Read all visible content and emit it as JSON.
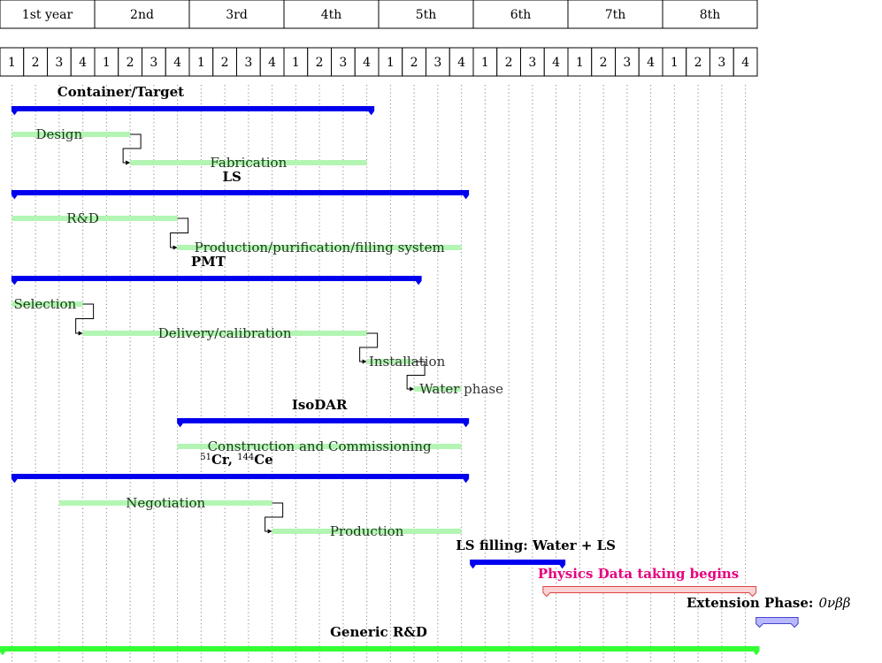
{
  "years": [
    "1st year",
    "2nd",
    "3rd",
    "4th",
    "5th",
    "6th",
    "7th",
    "8th"
  ],
  "quarters": [
    "1",
    "2",
    "3",
    "4"
  ],
  "colors": {
    "group": "#0000ee",
    "task": "#b3f5b3",
    "physics": "#f4a0a0",
    "physics_text": "#e6007e",
    "extension": "#9a9aff",
    "generic": "#33ff33"
  },
  "groups": [
    {
      "title": "Container/Target",
      "title_q": 5.1,
      "start_q": 0.5,
      "end_q": 15.8,
      "tasks": [
        {
          "label": "Design",
          "start_q": 0.5,
          "end_q": 5.5,
          "label_q": 2.5
        },
        {
          "label": "Fabrication",
          "start_q": 5.5,
          "end_q": 15.5,
          "label_q": 10.5,
          "arrow_from": 0
        }
      ]
    },
    {
      "title": "LS",
      "title_q": 9.8,
      "start_q": 0.5,
      "end_q": 19.8,
      "tasks": [
        {
          "label": "R&D",
          "start_q": 0.5,
          "end_q": 7.5,
          "label_q": 3.5
        },
        {
          "label": "Production/purification/filling system",
          "start_q": 7.5,
          "end_q": 19.5,
          "label_q": 13.5,
          "arrow_from": 0
        }
      ]
    },
    {
      "title": "PMT",
      "title_q": 8.8,
      "start_q": 0.5,
      "end_q": 17.8,
      "tasks": [
        {
          "label": "Selection",
          "start_q": 0.5,
          "end_q": 3.5,
          "label_q": 1.9
        },
        {
          "label": "Delivery/calibration",
          "start_q": 3.5,
          "end_q": 15.5,
          "label_q": 9.5,
          "arrow_from": 0
        },
        {
          "label": "Installation",
          "start_q": 15.5,
          "end_q": 17.5,
          "label_q": 17.2,
          "arrow_from": 1,
          "dark": true
        },
        {
          "label": "Water phase",
          "start_q": 17.5,
          "end_q": 19.5,
          "label_q": 19.5,
          "arrow_from": 2,
          "dark": true
        }
      ]
    },
    {
      "title": "IsoDAR",
      "title_q": 13.5,
      "start_q": 7.5,
      "end_q": 19.8,
      "tasks": [
        {
          "label": "Construction and Commissioning",
          "start_q": 7.5,
          "end_q": 19.5,
          "label_q": 13.5
        }
      ]
    },
    {
      "title_parts": [
        "51",
        "Cr, ",
        "144",
        "Ce"
      ],
      "title_q": 10,
      "start_q": 0.5,
      "end_q": 19.8,
      "tasks": [
        {
          "label": "Negotiation",
          "start_q": 2.5,
          "end_q": 11.5,
          "label_q": 7.0
        },
        {
          "label": "Production",
          "start_q": 11.5,
          "end_q": 19.5,
          "label_q": 15.5,
          "arrow_from": 0
        }
      ]
    }
  ],
  "ls_filling": {
    "title": "LS filling:  Water + LS",
    "start_q": 19.5,
    "end_q": 23.5
  },
  "physics": {
    "title": "Physics Data taking begins",
    "start_q": 22.5,
    "end_q": 31.5
  },
  "extension": {
    "title": "Extension Phase:",
    "math": "0νββ",
    "start_q": 31.5,
    "end_q": 33.5
  },
  "generic": {
    "title": "Generic R&D",
    "start_q": -0.5,
    "end_q": 31.5
  }
}
